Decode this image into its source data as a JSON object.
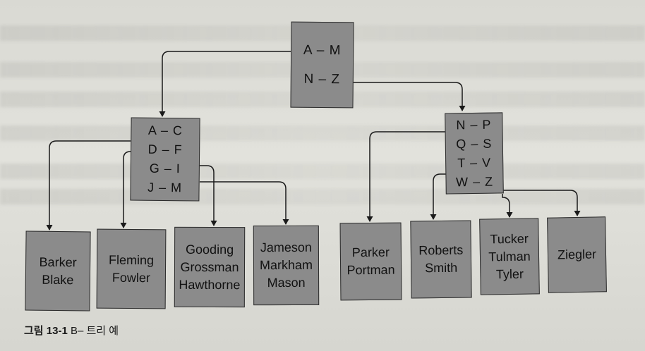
{
  "root": {
    "keys": [
      "A – M",
      "N – Z"
    ]
  },
  "inner_left": {
    "keys": [
      "A – C",
      "D – F",
      "G – I",
      "J – M"
    ]
  },
  "inner_right": {
    "keys": [
      "N – P",
      "Q – S",
      "T – V",
      "W – Z"
    ]
  },
  "leaves": [
    {
      "names": [
        "Barker",
        "Blake"
      ]
    },
    {
      "names": [
        "Fleming",
        "Fowler"
      ]
    },
    {
      "names": [
        "Gooding",
        "Grossman",
        "Hawthorne"
      ]
    },
    {
      "names": [
        "Jameson",
        "Markham",
        "Mason"
      ]
    },
    {
      "names": [
        "Parker",
        "Portman"
      ]
    },
    {
      "names": [
        "Roberts",
        "Smith"
      ]
    },
    {
      "names": [
        "Tucker",
        "Tulman",
        "Tyler"
      ]
    },
    {
      "names": [
        "Ziegler"
      ]
    }
  ],
  "caption": {
    "label": "그림 13-1",
    "text": "B– 트리 예"
  }
}
